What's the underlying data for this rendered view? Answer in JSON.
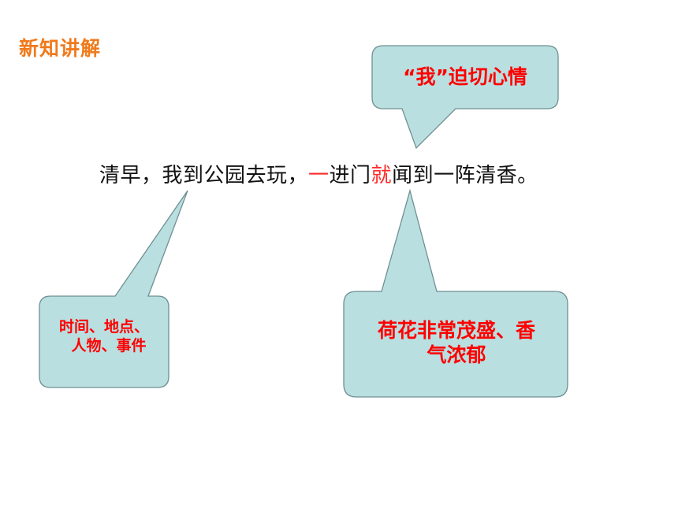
{
  "heading": "新知讲解",
  "sentence": {
    "part1": "清早，我到公园去玩，",
    "hl1": "一",
    "part2": "进门",
    "hl2": "就",
    "part3": "闻到一阵清香。"
  },
  "callouts": {
    "top": "“我”迫切心情",
    "left_line1": "时间、地点、",
    "left_line2": "人物、事件",
    "right_line1": "荷花非常茂盛、香",
    "right_line2": "气浓郁"
  },
  "colors": {
    "heading": "#f07a1c",
    "callout_fill": "#b9dfe0",
    "callout_stroke": "#6f8f92",
    "callout_text": "#ff0000",
    "highlight": "#ff2a2a"
  }
}
